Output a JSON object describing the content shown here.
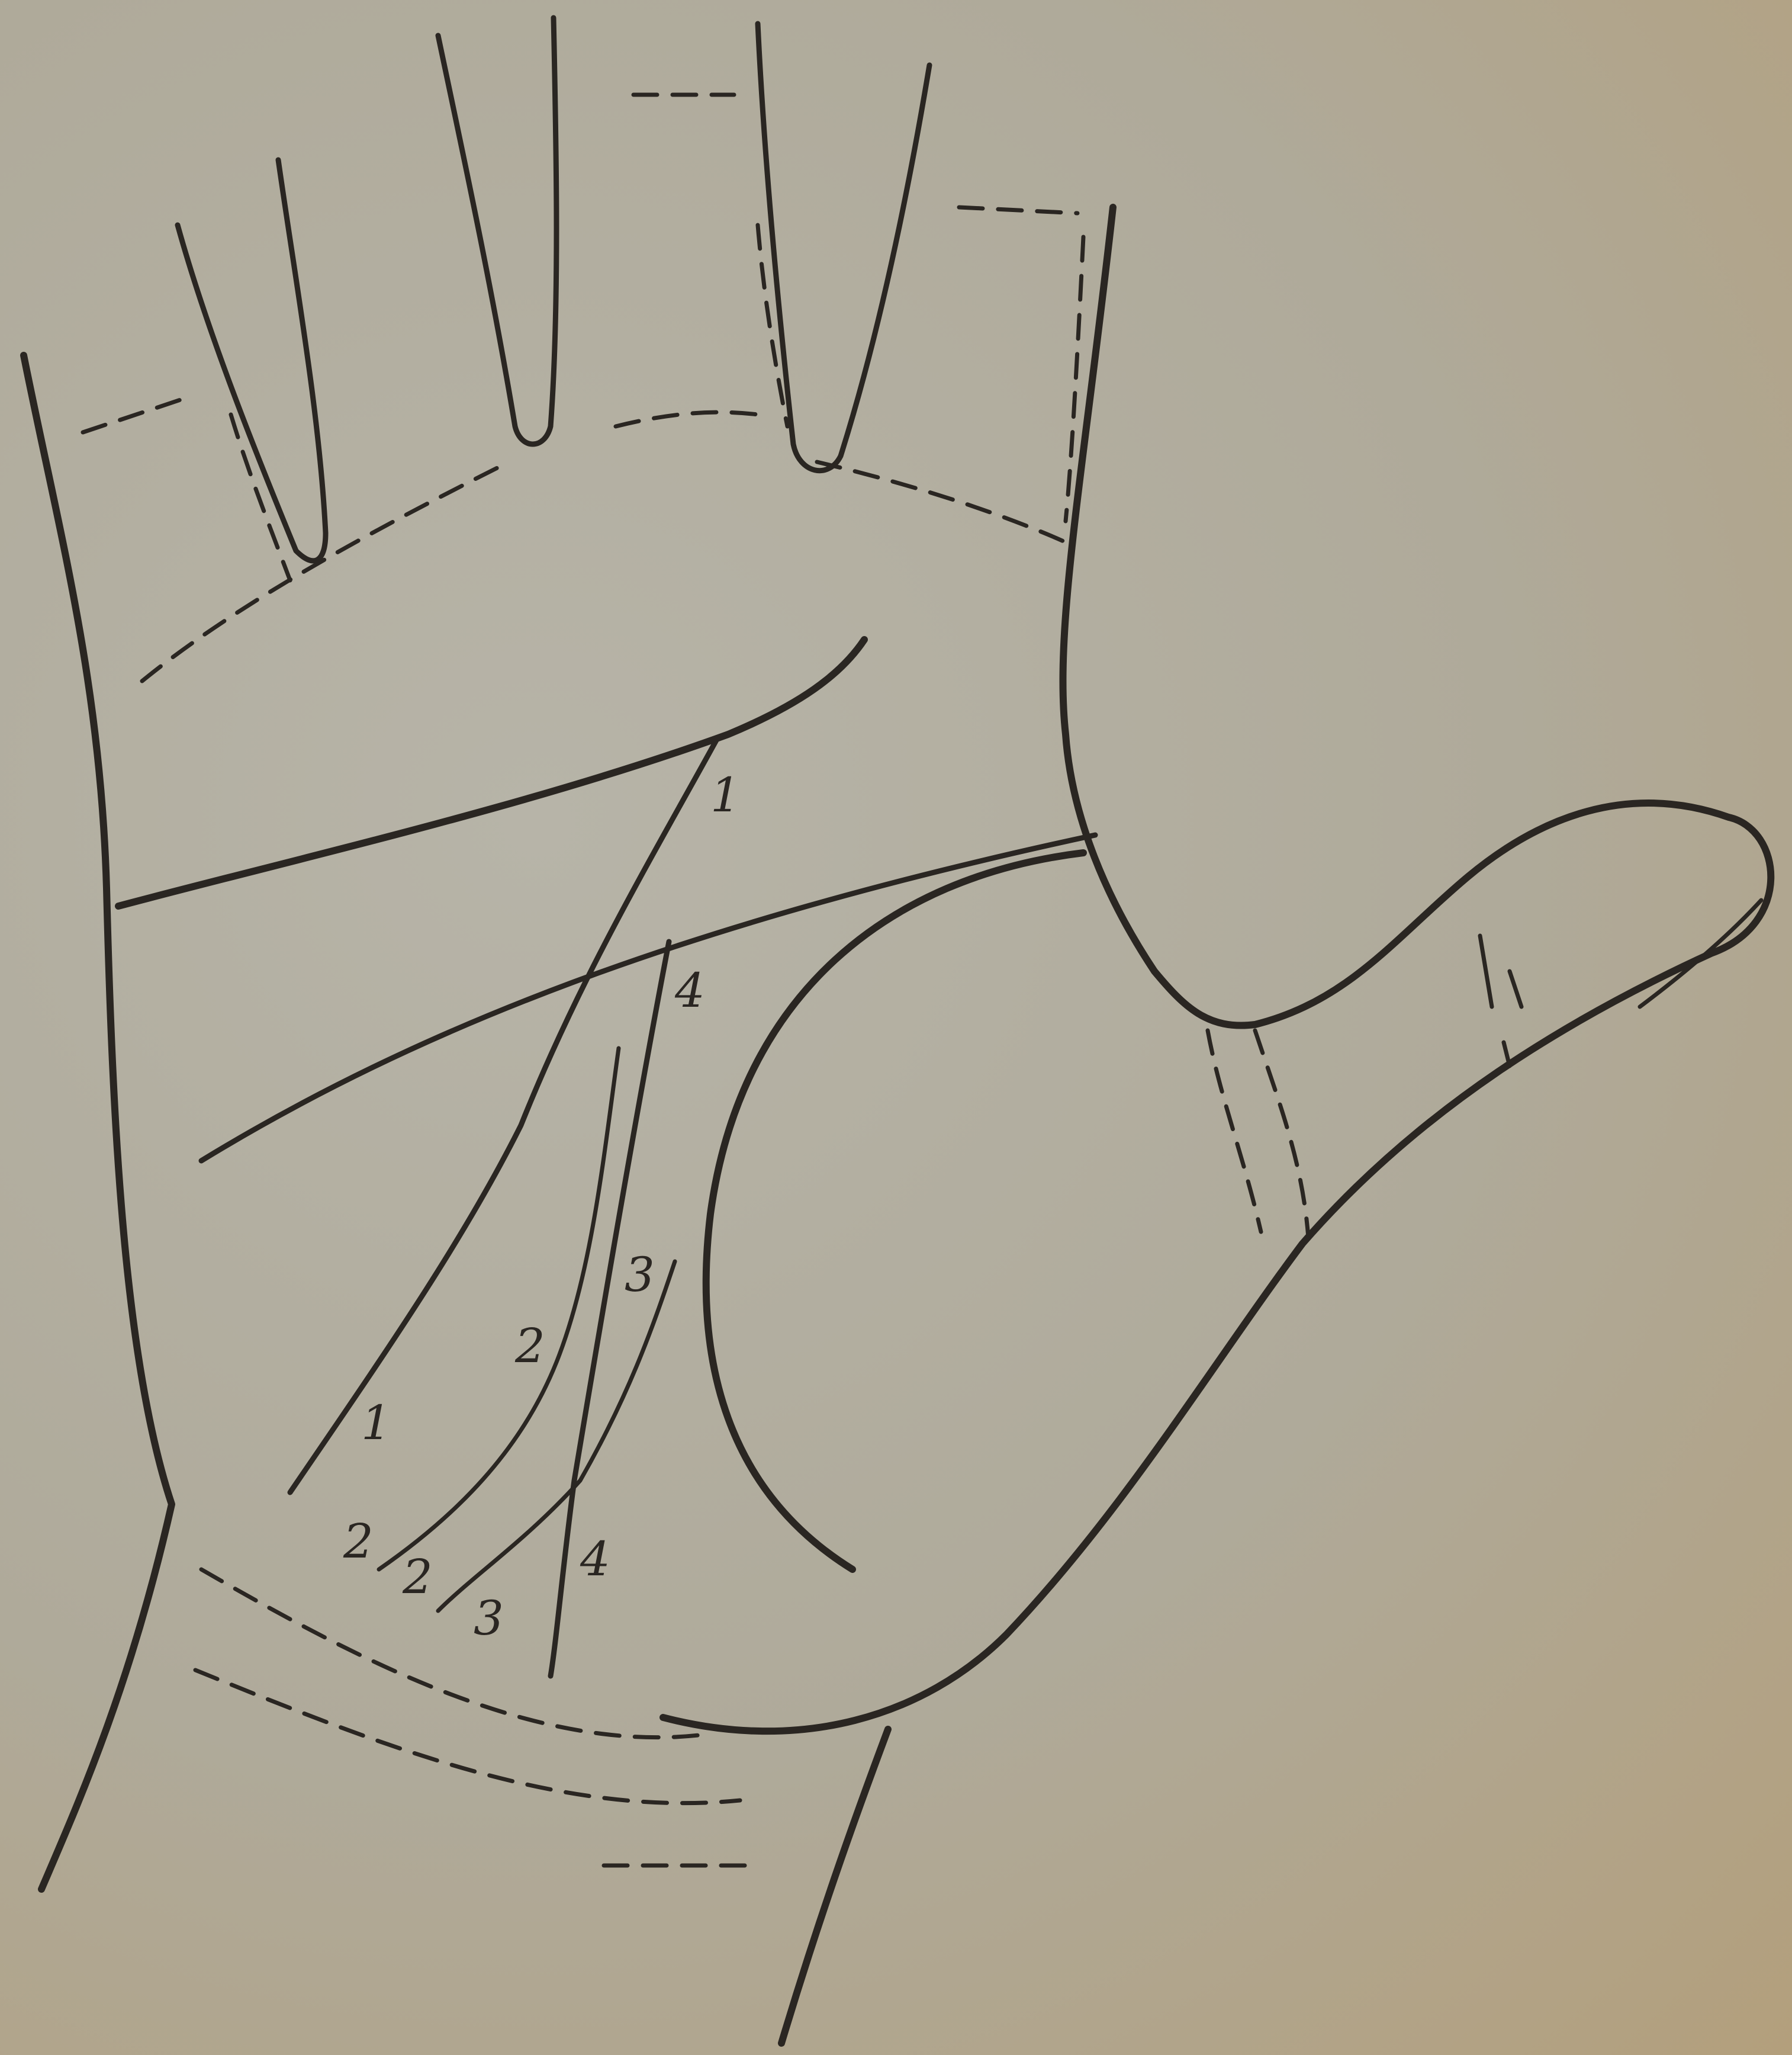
{
  "diagram": {
    "labels": {
      "line1_top": "1",
      "line1_bottom": "1",
      "line2_upper": "2",
      "line2_lower_a": "2",
      "line2_lower_b": "2",
      "line3_upper": "3",
      "line3_lower": "3",
      "line4_upper": "4",
      "line4_lower": "4"
    },
    "colors": {
      "paper": "#b3ae9f",
      "ink": "#2a2622"
    }
  }
}
